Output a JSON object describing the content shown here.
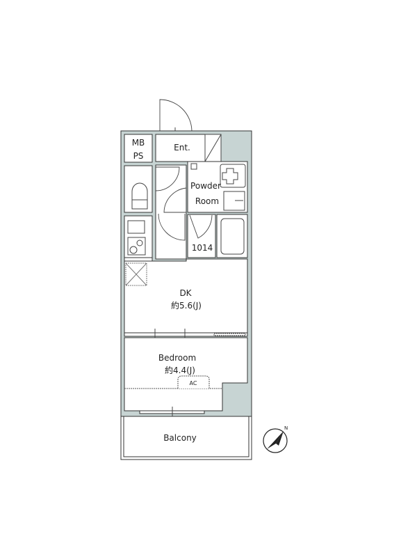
{
  "plan": {
    "rooms": {
      "mb": "MB",
      "ps": "PS",
      "entrance": "Ent.",
      "powder_1": "Powder",
      "powder_2": "Room",
      "storage_code": "1014",
      "dk_name": "DK",
      "dk_size": "約5.6(J)",
      "bedroom_name": "Bedroom",
      "bedroom_size": "約4.4(J)",
      "ac": "AC",
      "balcony": "Balcony"
    },
    "compass_label": "N",
    "colors": {
      "wall": "#c7d4d3",
      "line": "#333333"
    }
  }
}
